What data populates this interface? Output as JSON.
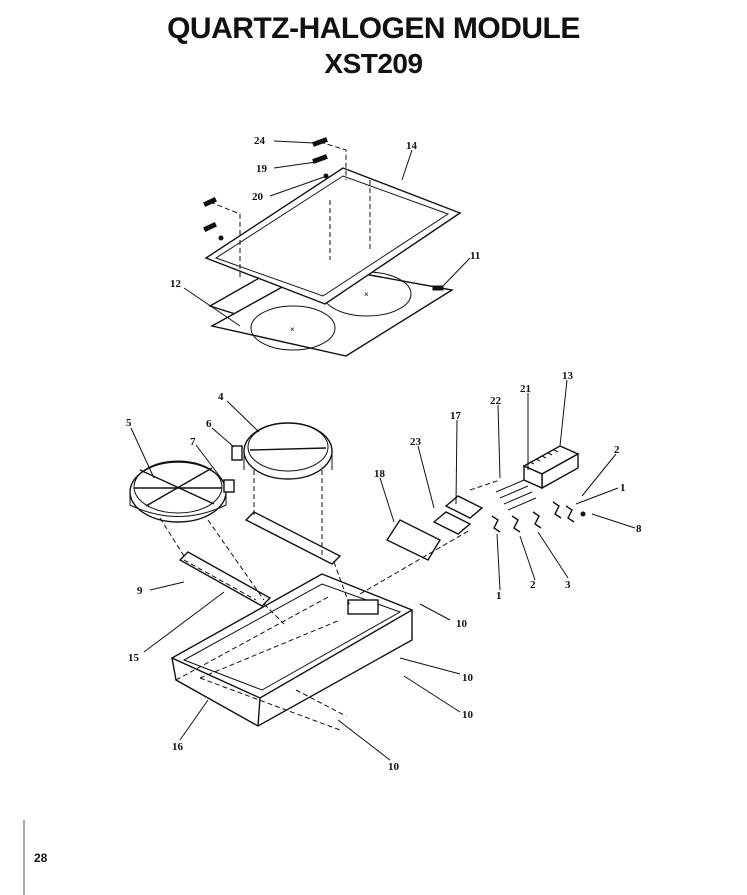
{
  "header": {
    "title": "QUARTZ-HALOGEN MODULE",
    "model": "XST209"
  },
  "callouts": [
    "24",
    "19",
    "20",
    "14",
    "11",
    "12",
    "4",
    "6",
    "7",
    "5",
    "13",
    "21",
    "22",
    "17",
    "23",
    "18",
    "2",
    "1",
    "8",
    "3",
    "2",
    "1",
    "9",
    "10",
    "15",
    "10",
    "10",
    "16",
    "10"
  ],
  "footer": {
    "page_number": "28"
  }
}
